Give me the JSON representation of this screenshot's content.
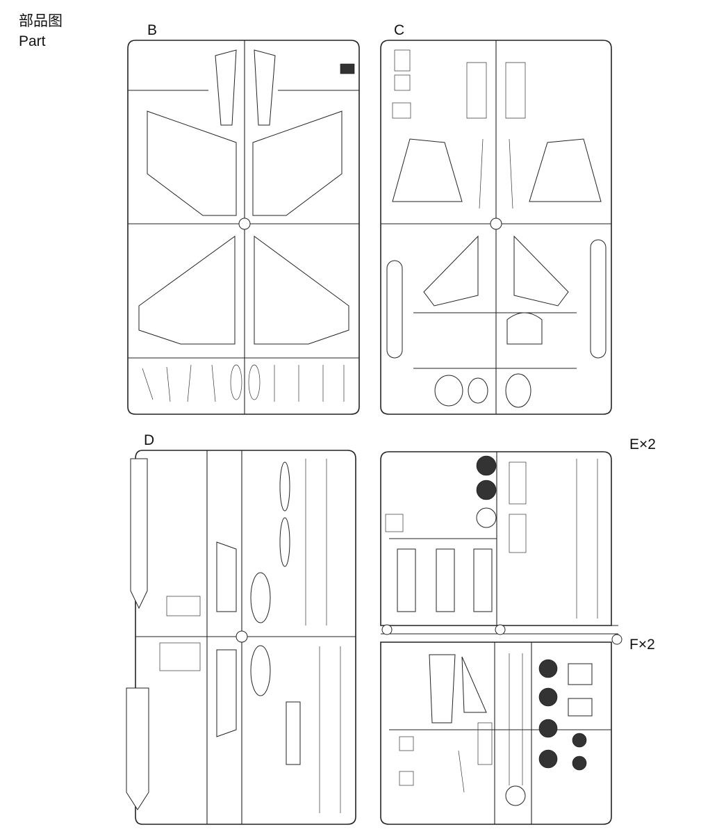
{
  "heading": {
    "chinese": "部品图",
    "english": "Part"
  },
  "sprues": [
    {
      "id": "B",
      "label": "B"
    },
    {
      "id": "C",
      "label": "C"
    },
    {
      "id": "D",
      "label": "D"
    },
    {
      "id": "E",
      "label": "E×2"
    },
    {
      "id": "F",
      "label": "F×2"
    }
  ]
}
